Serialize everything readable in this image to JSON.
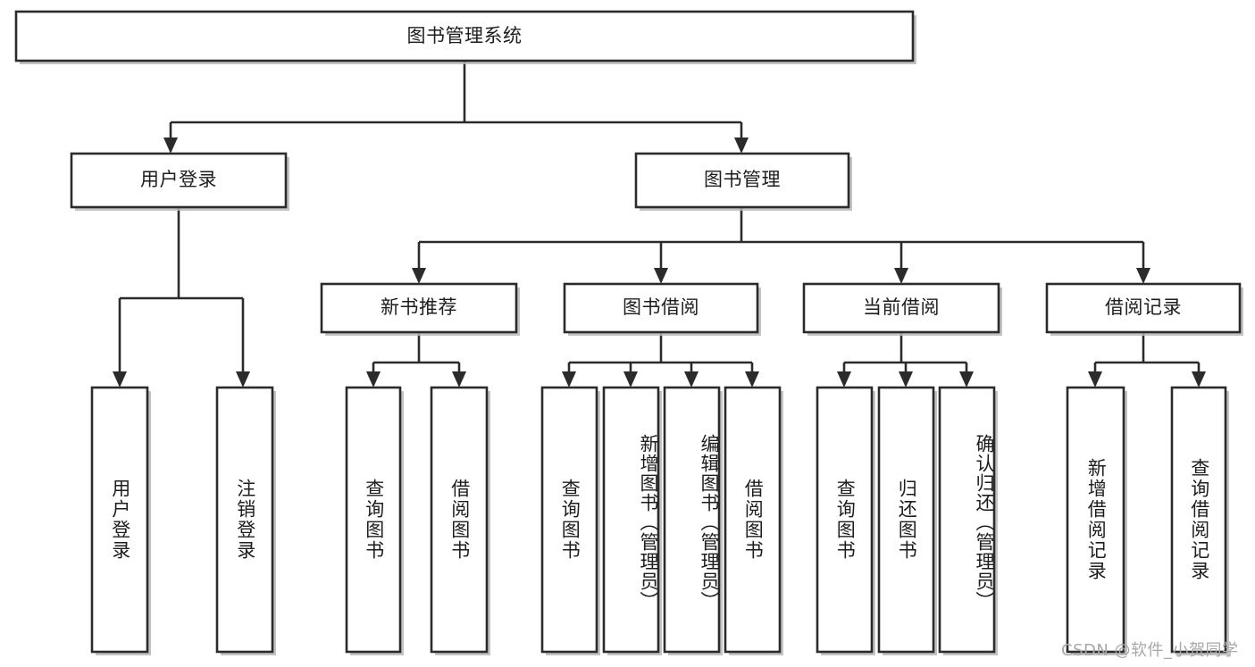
{
  "diagram": {
    "type": "tree-hierarchy",
    "title": "图书管理系统",
    "watermark": "CSDN @软件_小贺同学",
    "colors": {
      "box_stroke": "#2b2b2b",
      "box_fill": "#ffffff",
      "connector": "#2b2b2b",
      "shadow": "#b9b9b9",
      "background": "#ffffff",
      "watermark_text": "#a8a8a8"
    },
    "levels": [
      {
        "level": 1,
        "nodes": [
          {
            "id": "root",
            "label": "图书管理系统",
            "orientation": "horizontal"
          }
        ]
      },
      {
        "level": 2,
        "nodes": [
          {
            "id": "login",
            "label": "用户登录",
            "orientation": "horizontal",
            "parent": "root"
          },
          {
            "id": "bookmgmt",
            "label": "图书管理",
            "orientation": "horizontal",
            "parent": "root"
          }
        ]
      },
      {
        "level": 3,
        "nodes": [
          {
            "id": "newbook",
            "label": "新书推荐",
            "orientation": "horizontal",
            "parent": "bookmgmt"
          },
          {
            "id": "borrow",
            "label": "图书借阅",
            "orientation": "horizontal",
            "parent": "bookmgmt"
          },
          {
            "id": "current",
            "label": "当前借阅",
            "orientation": "horizontal",
            "parent": "bookmgmt"
          },
          {
            "id": "records",
            "label": "借阅记录",
            "orientation": "horizontal",
            "parent": "bookmgmt"
          }
        ]
      },
      {
        "level": 4,
        "nodes": [
          {
            "id": "leaf-1",
            "label": "用户登录",
            "orientation": "vertical",
            "parent": "login"
          },
          {
            "id": "leaf-2",
            "label": "注销登录",
            "orientation": "vertical",
            "parent": "login"
          },
          {
            "id": "leaf-3",
            "label": "查询图书",
            "orientation": "vertical",
            "parent": "newbook"
          },
          {
            "id": "leaf-4",
            "label": "借阅图书",
            "orientation": "vertical",
            "parent": "newbook"
          },
          {
            "id": "leaf-5",
            "label": "查询图书",
            "orientation": "vertical",
            "parent": "borrow"
          },
          {
            "id": "leaf-6",
            "label": "新增图书（管理员）",
            "orientation": "vertical",
            "parent": "borrow"
          },
          {
            "id": "leaf-7",
            "label": "编辑图书（管理员）",
            "orientation": "vertical",
            "parent": "borrow"
          },
          {
            "id": "leaf-8",
            "label": "借阅图书",
            "orientation": "vertical",
            "parent": "borrow"
          },
          {
            "id": "leaf-9",
            "label": "查询图书",
            "orientation": "vertical",
            "parent": "current"
          },
          {
            "id": "leaf-10",
            "label": "归还图书",
            "orientation": "vertical",
            "parent": "current"
          },
          {
            "id": "leaf-11",
            "label": "确认归还（管理员）",
            "orientation": "vertical",
            "parent": "current"
          },
          {
            "id": "leaf-12",
            "label": "新增借阅记录",
            "orientation": "vertical",
            "parent": "records"
          },
          {
            "id": "leaf-13",
            "label": "查询借阅记录",
            "orientation": "vertical",
            "parent": "records"
          }
        ]
      }
    ]
  }
}
